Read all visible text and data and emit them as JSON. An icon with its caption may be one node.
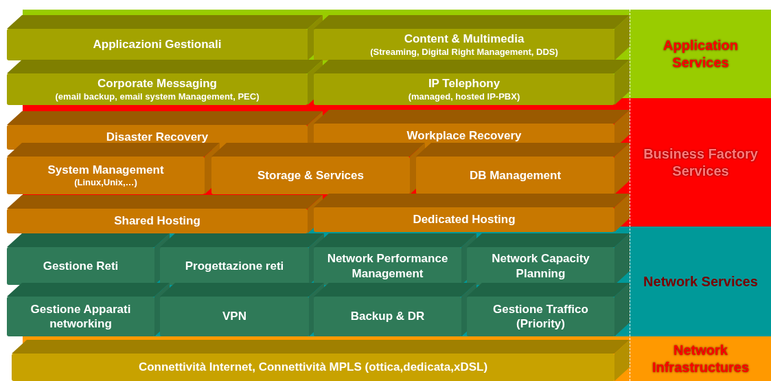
{
  "diagram": {
    "nodes": [
      {
        "text": [
          "Applicazioni Gestionali"
        ]
      },
      {
        "text": [
          "Content & Multimedia",
          "(Streaming, Digital Right Management, DDS)"
        ]
      },
      {
        "text": [
          "Corporate Messaging",
          "(email backup, email system Management, PEC)"
        ]
      },
      {
        "text": [
          "IP Telephony",
          "(managed, hosted IP-PBX)"
        ]
      },
      {
        "text": [
          "Disaster Recovery"
        ]
      },
      {
        "text": [
          "Workplace Recovery"
        ]
      },
      {
        "text": [
          "System Management",
          "(Linux,Unix,…)"
        ]
      },
      {
        "text": [
          "Storage & Services"
        ]
      },
      {
        "text": [
          "DB Management"
        ]
      },
      {
        "text": [
          "Shared Hosting"
        ]
      },
      {
        "text": [
          "Dedicated Hosting"
        ]
      },
      {
        "text": [
          "Gestione Reti"
        ]
      },
      {
        "text": [
          "Progettazione reti"
        ]
      },
      {
        "text": [
          "Network Performance Management"
        ]
      },
      {
        "text": [
          "Network Capacity Planning"
        ]
      },
      {
        "text": [
          "Gestione Apparati networking"
        ]
      },
      {
        "text": [
          "VPN"
        ]
      },
      {
        "text": [
          "Backup & DR"
        ]
      },
      {
        "text": [
          "Gestione Traffico (Priority)"
        ]
      },
      {
        "text": [
          "Connettività Internet, Connettività MPLS (ottica,dedicata,xDSL)"
        ]
      },
      {
        "text": [
          "Application Services"
        ]
      },
      {
        "text": [
          "Business Factory Services"
        ]
      },
      {
        "text": [
          "Network Services"
        ]
      },
      {
        "text": [
          "Network Infrastructures"
        ]
      }
    ],
    "edges": []
  }
}
